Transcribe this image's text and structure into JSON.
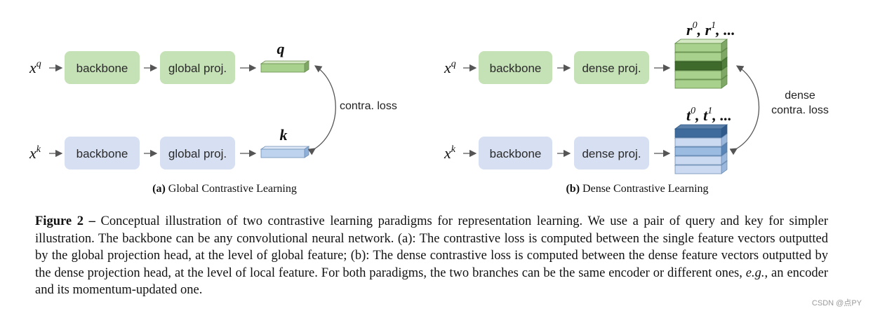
{
  "panel_a": {
    "top": {
      "input_base": "x",
      "input_sup": "q",
      "backbone": "backbone",
      "proj": "global proj.",
      "output_label": "q"
    },
    "bottom": {
      "input_base": "x",
      "input_sup": "k",
      "backbone": "backbone",
      "proj": "global proj.",
      "output_label": "k"
    },
    "loss": "contra. loss",
    "caption_label": "(a)",
    "caption_text": "Global Contrastive Learning"
  },
  "panel_b": {
    "top": {
      "input_base": "x",
      "input_sup": "q",
      "backbone": "backbone",
      "proj": "dense proj.",
      "out_r": "r",
      "out_r0": "0",
      "out_r1": "1",
      "out_tail": ", ..."
    },
    "bottom": {
      "input_base": "x",
      "input_sup": "k",
      "backbone": "backbone",
      "proj": "dense proj.",
      "out_t": "t",
      "out_t0": "0",
      "out_t1": "1",
      "out_tail": ", ..."
    },
    "loss_line1": "dense",
    "loss_line2": "contra. loss",
    "caption_label": "(b)",
    "caption_text": "Dense Contrastive Learning"
  },
  "caption": {
    "label": "Figure 2 –",
    "text_before": " Conceptual illustration of two contrastive learning paradigms for representation learning. We use a pair of query and key for simpler illustration. The backbone can be any convolutional neural network. (a): The contrastive loss is computed between the single feature vectors outputted by the global projection head, at the level of global feature; (b): The dense contrastive loss is computed between the dense feature vectors outputted by the dense projection head, at the level of local feature. For both paradigms, the two branches can be the same encoder or different ones, ",
    "eg": "e.g.",
    "text_after": ", an encoder and its momentum-updated one."
  },
  "watermark": "CSDN @点PY",
  "colors": {
    "green_box": "#c5e1b6",
    "blue_box": "#d6e0f2",
    "green_vec": "#a9d18e",
    "blue_vec": "#bdd3ee",
    "dark_green": "#3b6b2a",
    "dark_blue": "#2f5a8a",
    "arrow": "#555555"
  }
}
